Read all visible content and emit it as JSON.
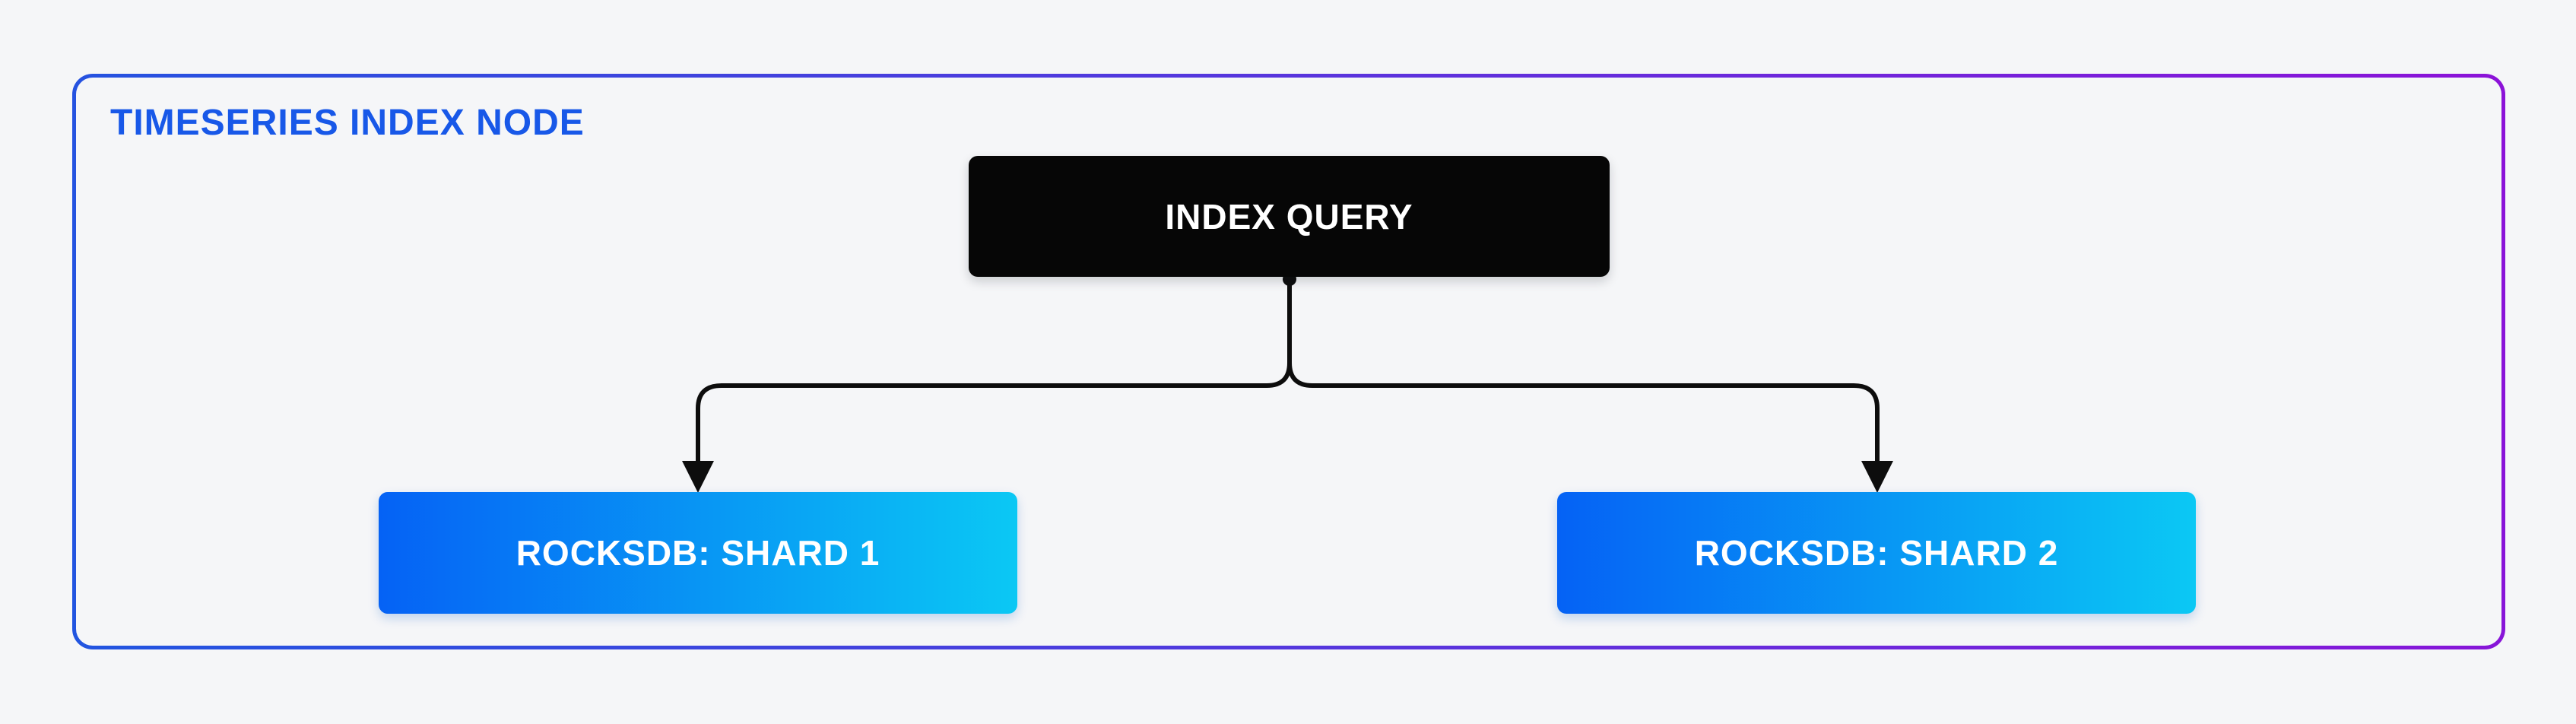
{
  "diagram": {
    "title": "TIMESERIES INDEX NODE",
    "title_color": "#1858e8",
    "background_color": "#f5f6f8",
    "frame_border_gradient": [
      "#2155e0",
      "#8c12d8"
    ],
    "nodes": {
      "index_query": {
        "label": "INDEX QUERY",
        "background": "#060606",
        "text_color": "#ffffff"
      },
      "shard1": {
        "label": "ROCKSDB: SHARD 1",
        "gradient": [
          "#0562f5",
          "#0bc8f4"
        ],
        "text_color": "#ffffff"
      },
      "shard2": {
        "label": "ROCKSDB: SHARD 2",
        "gradient": [
          "#0562f5",
          "#0bc8f4"
        ],
        "text_color": "#ffffff"
      }
    },
    "connectors": {
      "color": "#0d0d0d",
      "from": "INDEX QUERY",
      "to": [
        "ROCKSDB: SHARD 1",
        "ROCKSDB: SHARD 2"
      ]
    }
  }
}
